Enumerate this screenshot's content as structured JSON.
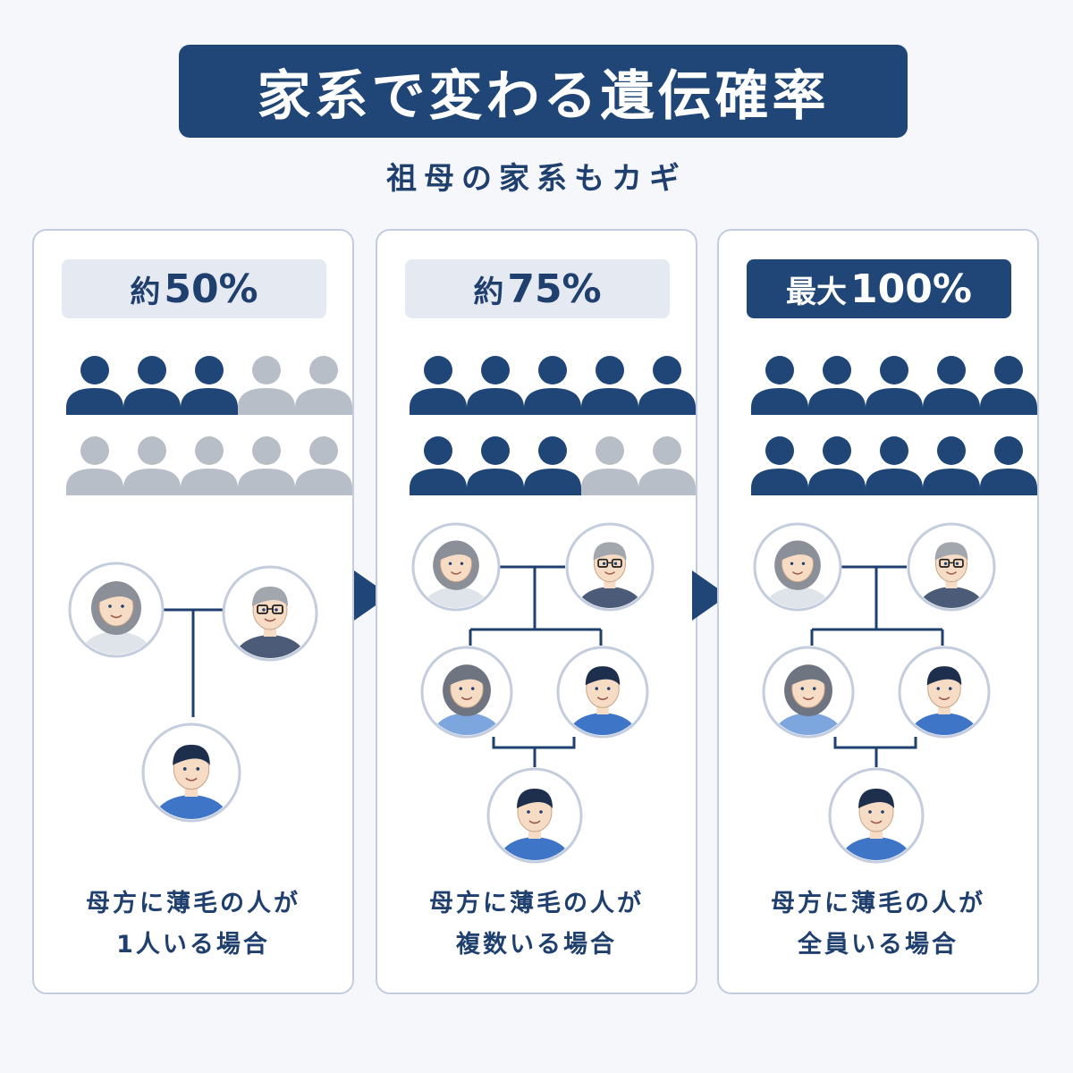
{
  "title": "家系で変わる遺伝確率",
  "subtitle": "祖母の家系もカギ",
  "colors": {
    "dark": "#1f4677",
    "gray": "#b8bec8",
    "panel_border": "#c3cddd"
  },
  "panels": [
    {
      "pct_prefix": "約",
      "pct_value": "50%",
      "highlight": false,
      "filled_count": 3,
      "total_count": 10,
      "caption_line1": "母方に薄毛の人が",
      "caption_line2": "1人いる場合",
      "tree": "single"
    },
    {
      "pct_prefix": "約",
      "pct_value": "75%",
      "highlight": false,
      "filled_count": 8,
      "total_count": 10,
      "caption_line1": "母方に薄毛の人が",
      "caption_line2": "複数いる場合",
      "tree": "multi"
    },
    {
      "pct_prefix": "最大",
      "pct_value": "100%",
      "highlight": true,
      "filled_count": 10,
      "total_count": 10,
      "caption_line1": "母方に薄毛の人が",
      "caption_line2": "全員いる場合",
      "tree": "multi"
    }
  ]
}
